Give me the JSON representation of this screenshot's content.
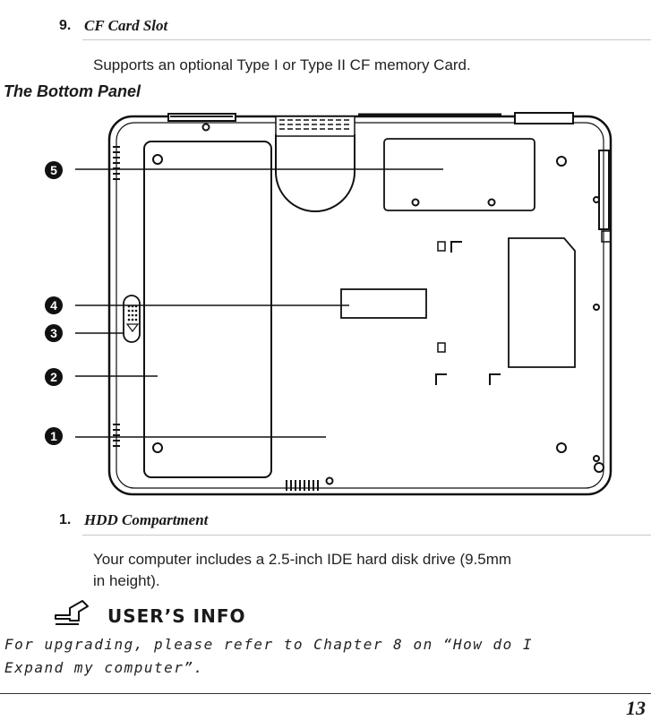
{
  "section9": {
    "number": "9.",
    "title": "CF Card Slot",
    "text": "Supports an optional Type I or Type II CF memory Card."
  },
  "panel_heading": "The Bottom Panel",
  "diagram": {
    "callouts": [
      "5",
      "4",
      "3",
      "2",
      "1"
    ]
  },
  "section1": {
    "number": "1.",
    "title": "HDD Compartment",
    "text_line1": "Your computer includes a 2.5-inch IDE hard disk drive (9.5mm",
    "text_line2": "in height)."
  },
  "users_info": {
    "label": "USER’S INFO",
    "text_line1": "For upgrading, please refer to Chapter 8 on “How do I",
    "text_line2": "Expand my computer”."
  },
  "page_number": "13"
}
